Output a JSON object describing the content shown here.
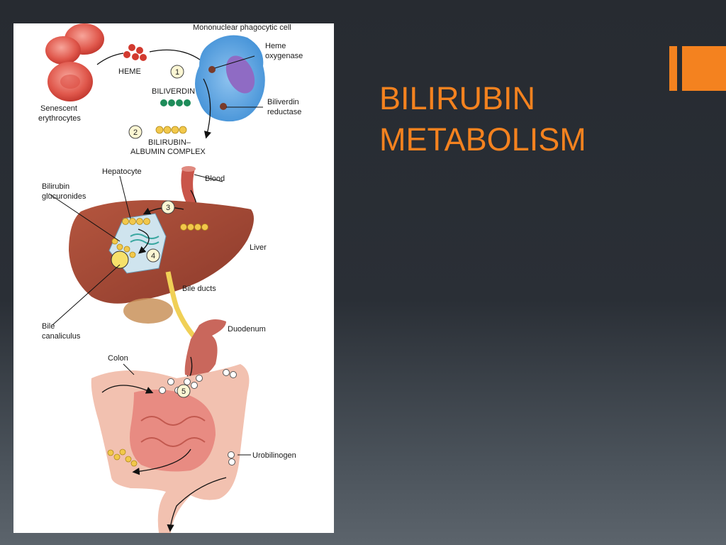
{
  "slide": {
    "title_line1": "BILIRUBIN",
    "title_line2": "METABOLISM",
    "accent_color": "#f4821f"
  },
  "diagram": {
    "labels": {
      "mononuclear": "Mononuclear phagocytic cell",
      "heme_oxygenase_1": "Heme",
      "heme_oxygenase_2": "oxygenase",
      "heme": "HEME",
      "senescent_1": "Senescent",
      "senescent_2": "erythrocytes",
      "biliverdin": "BILIVERDIN",
      "biliverdin_reductase_1": "Biliverdin",
      "biliverdin_reductase_2": "reductase",
      "bilirubin_albumin_1": "BILIRUBIN–",
      "bilirubin_albumin_2": "ALBUMIN COMPLEX",
      "hepatocyte": "Hepatocyte",
      "blood": "Blood",
      "bilirubin_glucuronides_1": "Bilirubin",
      "bilirubin_glucuronides_2": "glucuronides",
      "liver": "Liver",
      "bile_ducts": "Bile ducts",
      "bile_canaliculus_1": "Bile",
      "bile_canaliculus_2": "canaliculus",
      "duodenum": "Duodenum",
      "colon": "Colon",
      "urobilinogen": "Urobilinogen"
    },
    "steps": [
      "1",
      "2",
      "3",
      "4",
      "5"
    ]
  }
}
